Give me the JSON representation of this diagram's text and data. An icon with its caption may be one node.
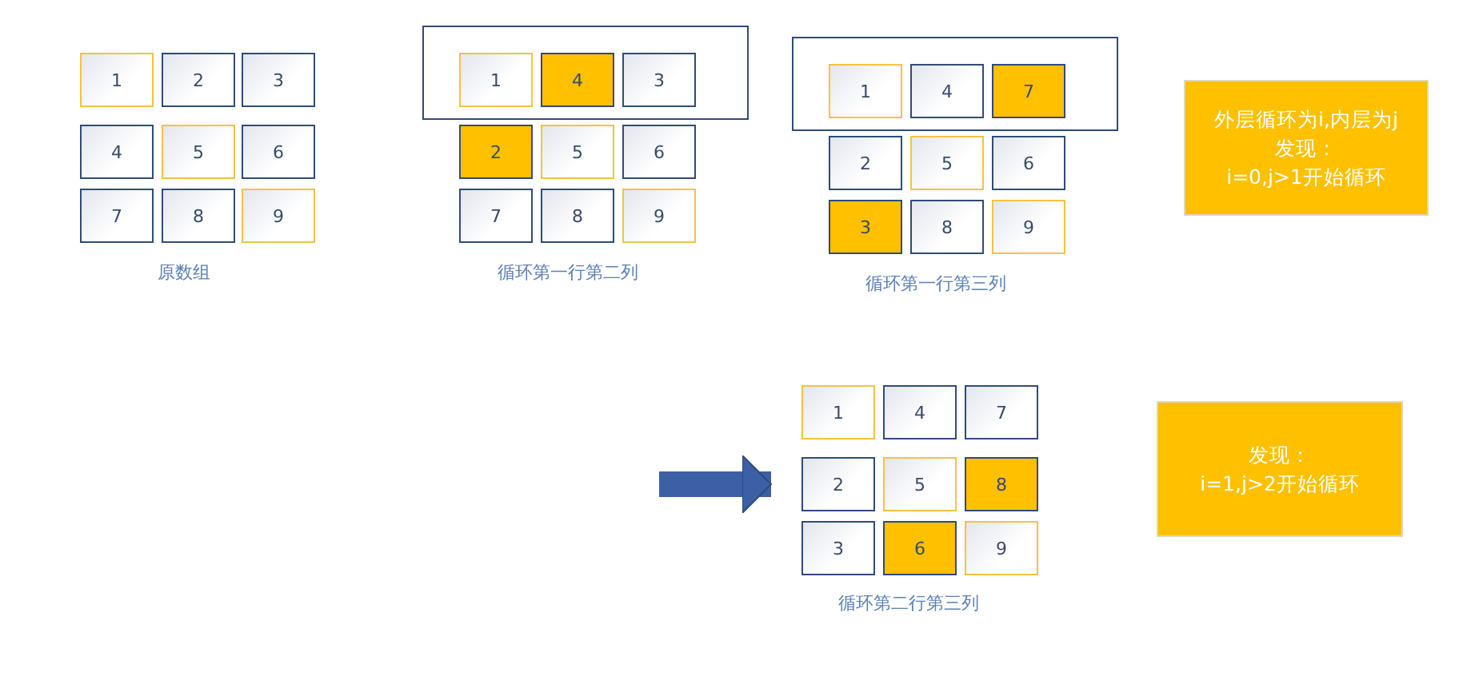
{
  "diagram": {
    "nodes": [
      {
        "text": [
          "1"
        ]
      },
      {
        "text": [
          "2"
        ]
      },
      {
        "text": [
          "3"
        ]
      },
      {
        "text": [
          "4"
        ]
      },
      {
        "text": [
          "5"
        ]
      },
      {
        "text": [
          "6"
        ]
      },
      {
        "text": [
          "7"
        ]
      },
      {
        "text": [
          "8"
        ]
      },
      {
        "text": [
          "9"
        ]
      },
      {
        "text": [],
        "shape": "box"
      },
      {
        "text": [
          "1"
        ],
        "in": 9
      },
      {
        "text": [
          "4"
        ],
        "in": 9
      },
      {
        "text": [
          "3"
        ],
        "in": 9
      },
      {
        "text": [
          "2"
        ]
      },
      {
        "text": [
          "5"
        ]
      },
      {
        "text": [
          "6"
        ]
      },
      {
        "text": [
          "7"
        ]
      },
      {
        "text": [
          "8"
        ]
      },
      {
        "text": [
          "9"
        ]
      },
      {
        "text": [],
        "shape": "box"
      },
      {
        "text": [
          "1"
        ],
        "in": 19
      },
      {
        "text": [
          "4"
        ],
        "in": 19
      },
      {
        "text": [
          "7"
        ],
        "in": 19
      },
      {
        "text": [
          "2"
        ]
      },
      {
        "text": [
          "5"
        ]
      },
      {
        "text": [
          "6"
        ]
      },
      {
        "text": [
          "3"
        ]
      },
      {
        "text": [
          "8"
        ]
      },
      {
        "text": [
          "9"
        ]
      },
      {
        "text": [
          "外层循环为i,内层为j",
          "发现：",
          "i=0,j>1开始循环"
        ]
      },
      {
        "text": [
          "1"
        ]
      },
      {
        "text": [
          "4"
        ]
      },
      {
        "text": [
          "7"
        ]
      },
      {
        "text": [
          "2"
        ]
      },
      {
        "text": [
          "5"
        ]
      },
      {
        "text": [
          "8"
        ]
      },
      {
        "text": [
          "3"
        ]
      },
      {
        "text": [
          "6"
        ]
      },
      {
        "text": [
          "9"
        ]
      },
      {
        "text": [
          "发现：",
          "i=1,j>2开始循环"
        ]
      }
    ],
    "edges": [
      {
        "from": null,
        "to": 33,
        "arrow": "to"
      }
    ],
    "labels": [
      "原数组",
      "循环第一行第二列",
      "循环第一行第三列",
      "循环第二行第三列"
    ]
  }
}
